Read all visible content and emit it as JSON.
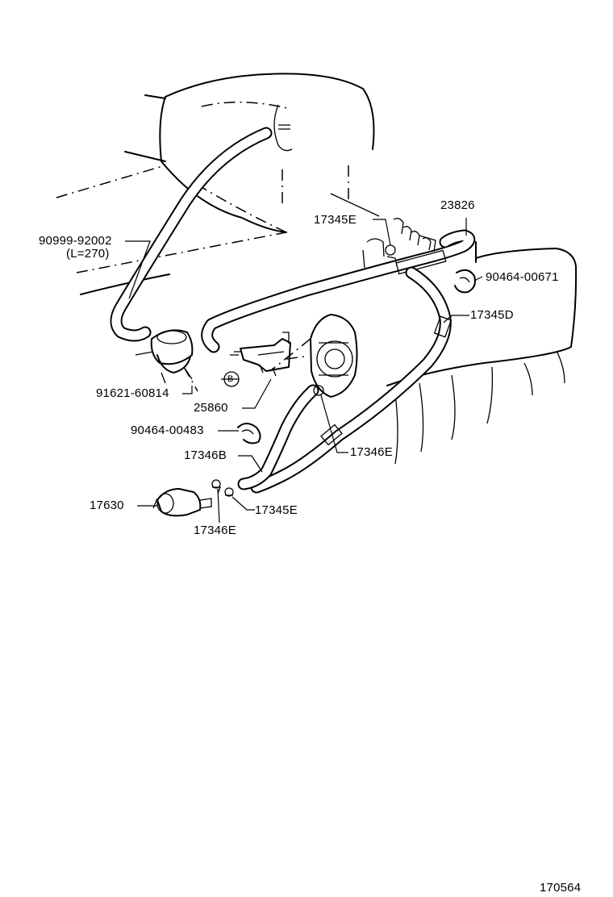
{
  "labels": {
    "p90999": "90999-92002",
    "p90999_len": "(L=270)",
    "p17345E_top": "17345E",
    "p23826": "23826",
    "p90464_00671": "90464-00671",
    "p17345D": "17345D",
    "p91621": "91621-60814",
    "bolt_mark": "B",
    "p25860": "25860",
    "p90464_00483": "90464-00483",
    "p17346B": "17346B",
    "p17346E_right": "17346E",
    "p17630": "17630",
    "p17345E_bottom": "17345E",
    "p17346E_bottom": "17346E",
    "drawing_number": "170564"
  }
}
